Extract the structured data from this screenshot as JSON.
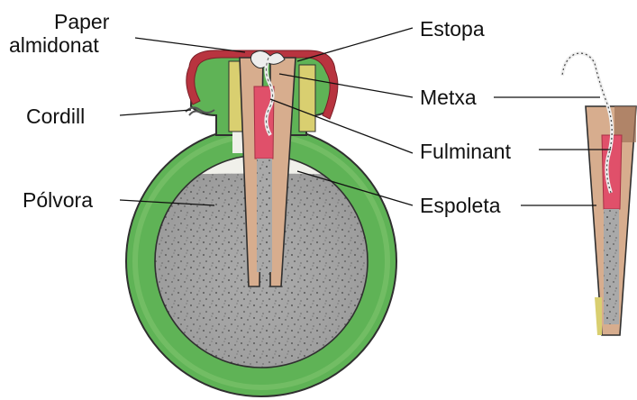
{
  "labels": {
    "paper_line1": "Paper",
    "paper_line2": "almidonat",
    "cordill": "Cordill",
    "polvora": "Pólvora",
    "estopa": "Estopa",
    "metxa": "Metxa",
    "fulminant": "Fulminant",
    "espoleta": "Espoleta"
  },
  "colors": {
    "shell_green": "#5fb356",
    "shell_green_light": "#8ccd78",
    "powder_gray": "#a9a9a9",
    "fuse_tan": "#d7ad8e",
    "fulminant_red": "#e0506a",
    "paper_red": "#b8343f",
    "straw_yellow": "#d9cf70",
    "cord_white": "#eeeeee",
    "outline": "#2f2f2f"
  }
}
